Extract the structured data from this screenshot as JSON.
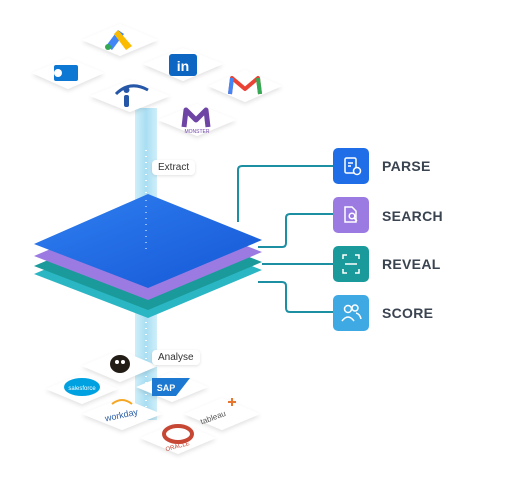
{
  "tags": {
    "extract": "Extract",
    "analyse": "Analyse"
  },
  "steps": [
    {
      "label": "PARSE",
      "icon": "document-clock-icon",
      "color": "#1f6ee8"
    },
    {
      "label": "SEARCH",
      "icon": "document-search-icon",
      "color": "#9b7be2"
    },
    {
      "label": "REVEAL",
      "icon": "scan-frame-icon",
      "color": "#1a9a9a"
    },
    {
      "label": "SCORE",
      "icon": "people-icon",
      "color": "#3fa9e4"
    }
  ],
  "sources": [
    {
      "name": "google-ads-logo-tile"
    },
    {
      "name": "linkedin-logo-tile",
      "text": "in"
    },
    {
      "name": "outlook-logo-tile"
    },
    {
      "name": "gmail-logo-tile"
    },
    {
      "name": "indeed-logo-tile"
    },
    {
      "name": "monster-logo-tile",
      "text": "MONSTER"
    }
  ],
  "destinations": [
    {
      "name": "mailchimp-logo-tile"
    },
    {
      "name": "salesforce-logo-tile",
      "text": "salesforce"
    },
    {
      "name": "sap-logo-tile",
      "text": "SAP"
    },
    {
      "name": "workday-logo-tile",
      "text": "workday"
    },
    {
      "name": "tableau-logo-tile",
      "text": "tableau"
    },
    {
      "name": "oracle-logo-tile",
      "text": "ORACLE"
    }
  ],
  "colors": {
    "layer_top": "#1f6ee8",
    "layer_purple": "#9b7be2",
    "layer_teal": "#1a9a9a",
    "layer_cyan": "#2bb6c4",
    "connector": "#1d8fa3",
    "pipe": "#bfe8f7"
  }
}
